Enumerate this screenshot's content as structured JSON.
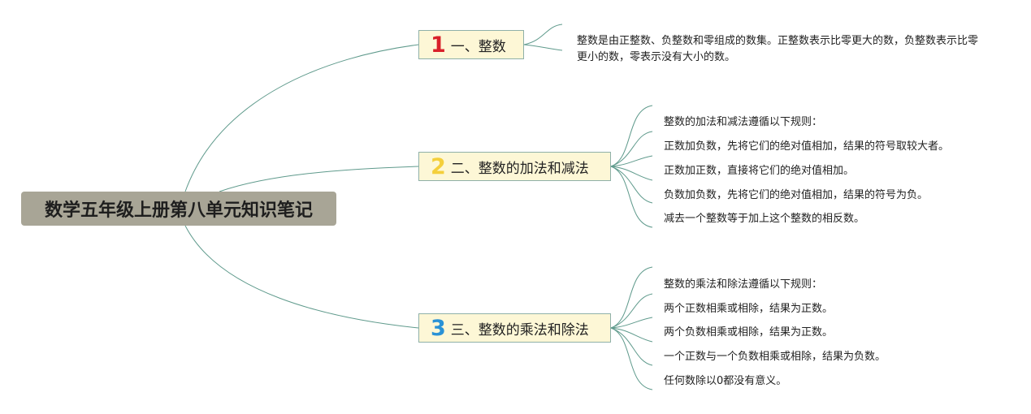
{
  "title": "数学五年级上册第八单元知识笔记",
  "colors": {
    "badge1": "#d9202a",
    "badge2": "#f4cf3b",
    "badge3": "#2a92d6",
    "connector": "#5f9a8c"
  },
  "branches": [
    {
      "badge": "1",
      "label": "一、整数",
      "items": [
        "整数是由正整数、负整数和零组成的数集。正整数表示比零更大的数，负整数表示比零更小的数，零表示没有大小的数。"
      ]
    },
    {
      "badge": "2",
      "label": "二、整数的加法和减法",
      "items": [
        "整数的加法和减法遵循以下规则：",
        "正数加负数，先将它们的绝对值相加，结果的符号取较大者。",
        "正数加正数，直接将它们的绝对值相加。",
        "负数加负数，先将它们的绝对值相加，结果的符号为负。",
        "减去一个整数等于加上这个整数的相反数。"
      ]
    },
    {
      "badge": "3",
      "label": "三、整数的乘法和除法",
      "items": [
        "整数的乘法和除法遵循以下规则：",
        "两个正数相乘或相除，结果为正数。",
        "两个负数相乘或相除，结果为正数。",
        "一个正数与一个负数相乘或相除，结果为负数。",
        "任何数除以0都没有意义。"
      ]
    }
  ]
}
